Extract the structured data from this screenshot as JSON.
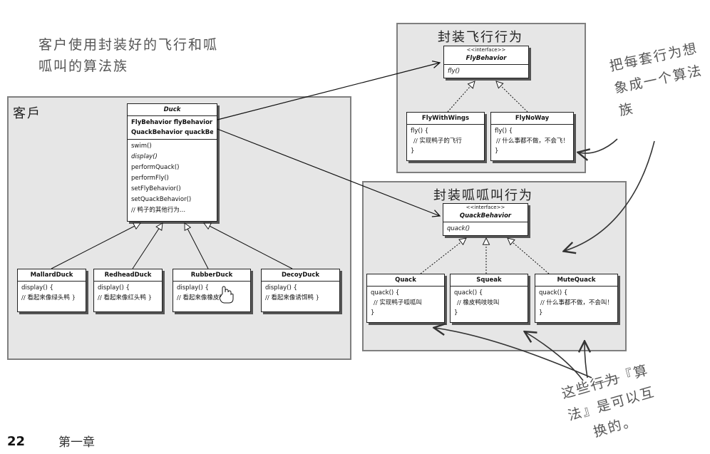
{
  "annotations": {
    "top_left": [
      "客户使用封装好的飞行和呱",
      "呱叫的算法族"
    ],
    "right_top": [
      "把每套行为想",
      "象成一个算法",
      "族"
    ],
    "bottom_right": [
      "这些",
      "行为",
      "『算",
      "法』是可以互",
      "换的。"
    ]
  },
  "panels": {
    "client": "客戶",
    "fly": "封装飞行行为",
    "quack": "封装呱呱叫行为"
  },
  "duck": {
    "name": "Duck",
    "fields": [
      "FlyBehavior flyBehavior",
      "QuackBehavior quackBehavior"
    ],
    "methods": [
      "swim()",
      "display()",
      "performQuack()",
      "performFly()",
      "setFlyBehavior()",
      "setQuackBehavior()",
      "// 鸭子的其他行为..."
    ]
  },
  "ducks": [
    {
      "name": "MallardDuck",
      "method": "display() {",
      "body": "// 看起来像绿头鸭 }"
    },
    {
      "name": "RedheadDuck",
      "method": "display() {",
      "body": "// 看起来像红头鸭 }"
    },
    {
      "name": "RubberDuck",
      "method": "display() {",
      "body": "// 看起来像橡皮鸭 }"
    },
    {
      "name": "DecoyDuck",
      "method": "display() {",
      "body": "// 看起来像诱饵鸭 }"
    }
  ],
  "fly_interface": {
    "stereotype": "<<interface>>",
    "name": "FlyBehavior",
    "method": "fly()"
  },
  "fly_impls": [
    {
      "name": "FlyWithWings",
      "lines": [
        "fly() {",
        "// 实现鸭子的飞行",
        "}"
      ]
    },
    {
      "name": "FlyNoWay",
      "lines": [
        "fly() {",
        "// 什么事都不做，不会飞！",
        "}"
      ]
    }
  ],
  "quack_interface": {
    "stereotype": "<<interface>>",
    "name": "QuackBehavior",
    "method": "quack()"
  },
  "quack_impls": [
    {
      "name": "Quack",
      "lines": [
        "quack() {",
        "// 实现鸭子呱呱叫",
        "}"
      ]
    },
    {
      "name": "Squeak",
      "lines": [
        "quack() {",
        "// 橡皮鸭吱吱叫",
        "}"
      ]
    },
    {
      "name": "MuteQuack",
      "lines": [
        "quack() {",
        "// 什么事都不做，不会叫！",
        "}"
      ]
    }
  ],
  "footer": {
    "page": "22",
    "chapter": "第一章"
  }
}
